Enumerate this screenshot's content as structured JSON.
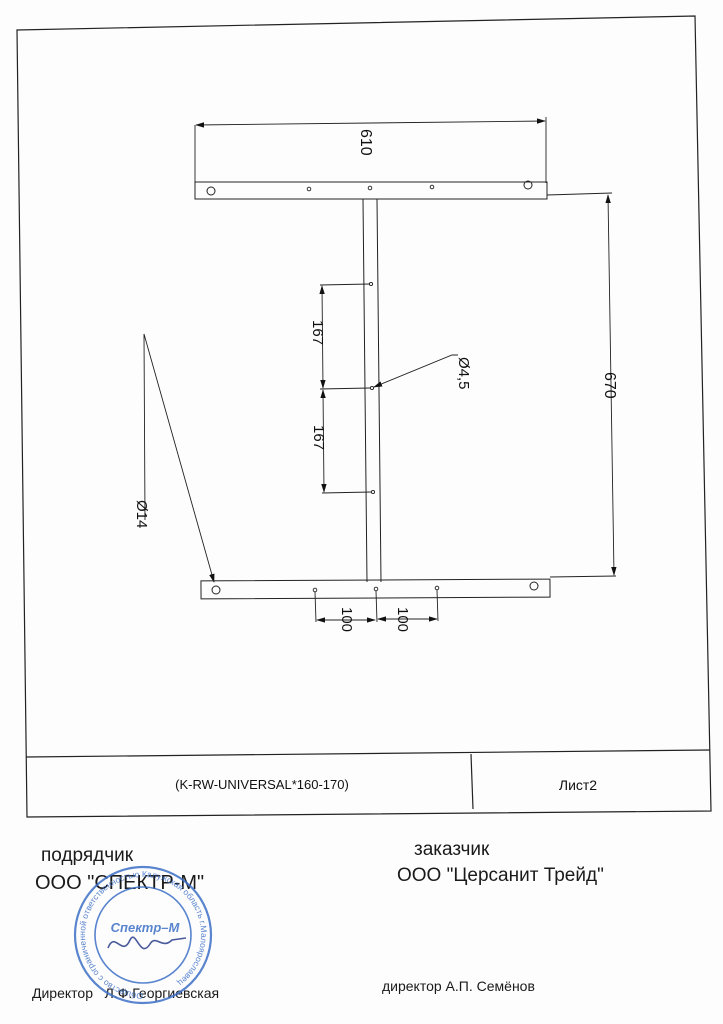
{
  "sheet": {
    "model_code": "(K-RW-UNIVERSAL*160-170)",
    "sheet_label": "Лист2"
  },
  "dimensions": {
    "top_bar_length": "610",
    "frame_height": "670",
    "hole_spacing_upper": "167",
    "hole_spacing_lower": "167",
    "small_hole_diameter": "Ø4,5",
    "large_hole_diameter": "Ø14",
    "bottom_offset_left": "100",
    "bottom_offset_right": "100"
  },
  "contractor": {
    "role": "подрядчик",
    "company": "ООО \"СПЕКТР-М\"",
    "signatory": "Директор   Л.Ф.Георгиевская"
  },
  "customer": {
    "role": "заказчик",
    "company": "ООО \"Церсанит Трейд\"",
    "signatory": "директор А.П. Семёнов"
  },
  "stamp": {
    "center_text": "Спектр–М",
    "ring_text": "Общество с ограниченной ответственностью Калужская область г.Малоярославец",
    "color": "#3d6fc6"
  }
}
